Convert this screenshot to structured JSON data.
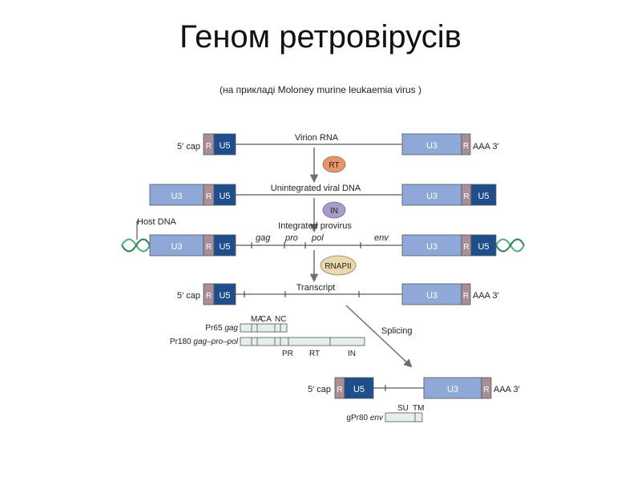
{
  "title": "Геном ретровірусів",
  "subtitle": "(на прикладі  Moloney murine leukaemia virus )",
  "segments": {
    "r": "R",
    "u5": "U5",
    "u3": "U3"
  },
  "row1": {
    "left_end": "5′ cap",
    "label": "Virion RNA",
    "right_end": "AAA 3′"
  },
  "row2": {
    "label": "Unintegrated viral DNA"
  },
  "row3": {
    "label": "Integrated provirus",
    "host": "Host DNA",
    "genes": [
      "gag",
      "pro",
      "pol",
      "env"
    ]
  },
  "row4": {
    "left_end": "5′ cap",
    "label": "Transcript",
    "right_end": "AAA 3′"
  },
  "enzymes": {
    "rt": "RT",
    "in": "IN",
    "rnapii": "RNAPII"
  },
  "proteins": {
    "domains_gag": [
      "MA",
      "CA",
      "NC"
    ],
    "pr65_prefix": "Pr65 ",
    "pr65_gene": "gag",
    "pr180_prefix": "Pr180 ",
    "pr180_gene": "gag–pro–pol",
    "domains_pol": [
      "PR",
      "RT",
      "IN"
    ]
  },
  "splicing": "Splicing",
  "spliced": {
    "left_end": "5′ cap",
    "right_end": "AAA 3′"
  },
  "env_protein": {
    "domains": [
      "SU",
      "TM"
    ],
    "prefix": "gPr80 ",
    "gene": "env"
  },
  "colors": {
    "u3": "#8EA9D8",
    "u5": "#1F4E8C",
    "r": "#A88E98",
    "rt_ellipse": "#E8956A",
    "in_ellipse": "#A99CC8",
    "rnapii_ellipse": "#EBD9AE",
    "protein_fill": "#E4EEEE",
    "helix": "#4FAF78"
  }
}
